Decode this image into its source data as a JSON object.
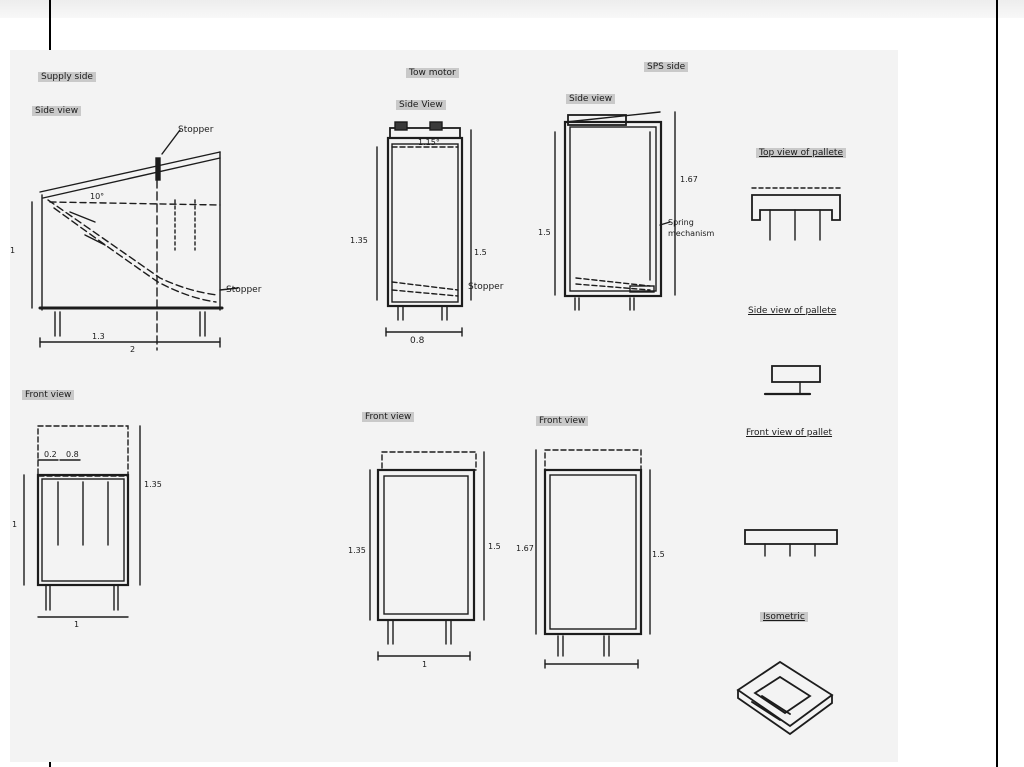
{
  "sheet": {
    "supply_side": {
      "heading": "Supply side",
      "side_view": "Side view",
      "stopper_top": "Stopper",
      "angle": "10°",
      "stopper_bottom": "Stopper",
      "height_left": "1",
      "width_part": "1.3",
      "width_total": "2",
      "front_view": "Front view",
      "front_dim_a": "0.2",
      "front_dim_b": "0.8",
      "front_height": "1.35",
      "front_side_height": "1",
      "front_width": "1"
    },
    "tow_motor": {
      "heading": "Tow motor",
      "side_view": "Side View",
      "angle": "1.15°",
      "height_left": "1.35",
      "height_right": "1.5",
      "stopper": "Stopper",
      "width": "0.8",
      "front_view": "Front view",
      "front_height_left": "1.35",
      "front_height_right": "1.5",
      "front_width": "1"
    },
    "sps_side": {
      "heading": "SPS side",
      "side_view": "Side view",
      "height_inner": "1.67",
      "height_outer": "1.5",
      "spring_label_1": "Spring",
      "spring_label_2": "mechanism",
      "front_view": "Front view",
      "front_height_left": "1.67",
      "front_height_right": "1.5"
    },
    "pallet": {
      "top_view": "Top view of pallete",
      "side_view": "Side view of pallete",
      "front_view": "Front view of pallet",
      "isometric": "Isometric"
    }
  }
}
